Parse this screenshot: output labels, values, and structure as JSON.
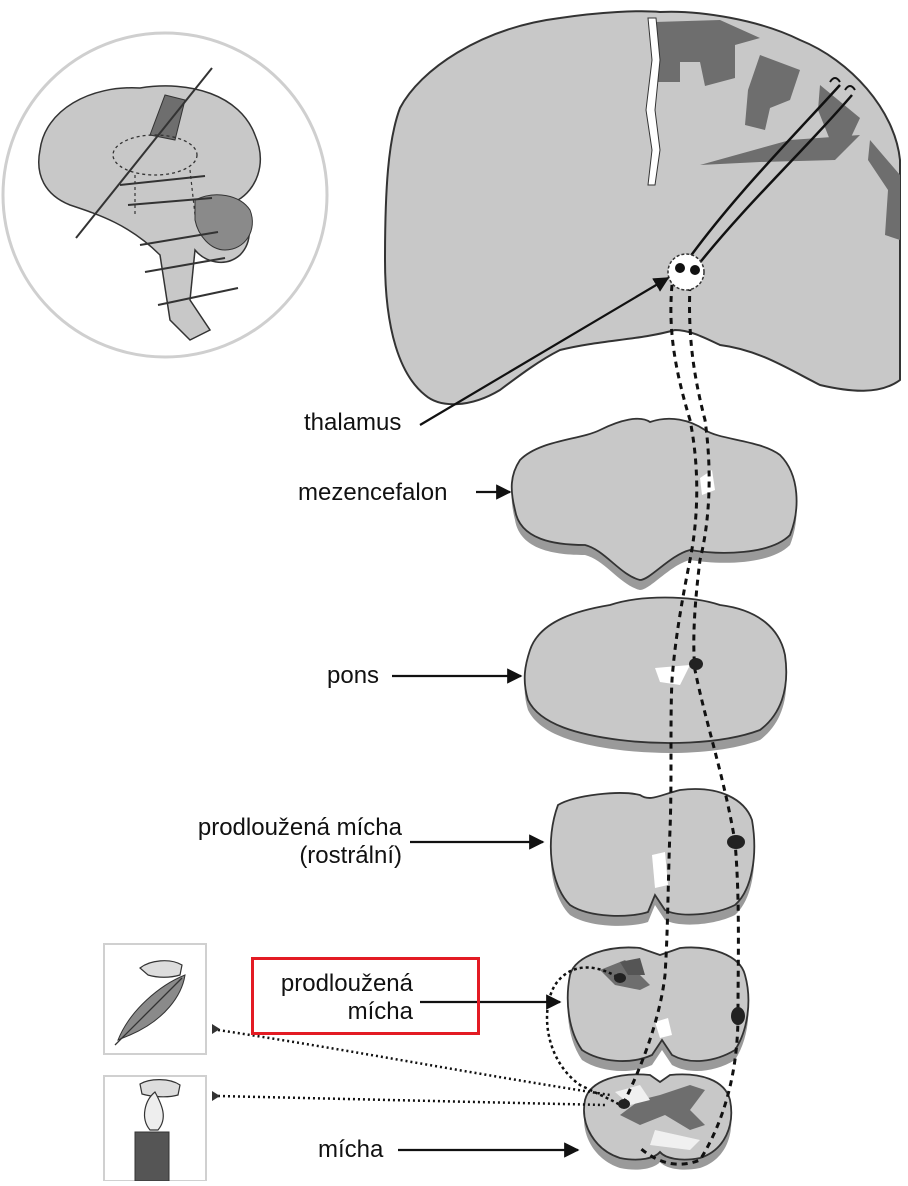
{
  "labels": {
    "thalamus": "thalamus",
    "mezencefalon": "mezencefalon",
    "pons": "pons",
    "medulla_rostral_line1": "prodloužená mícha",
    "medulla_rostral_line2": "(rostrální)",
    "medulla_line1": "prodloužená",
    "medulla_line2": "mícha",
    "spinal_cord": "mícha"
  },
  "colors": {
    "tissue": "#c8c8c8",
    "tissue_edge": "#333333",
    "cortex_dark": "#6e6e6e",
    "pathway": "#111111",
    "highlight": "#e31b23"
  },
  "icons": {
    "inset": "brain-section-planes-icon",
    "touch": "feather-touch-icon",
    "heat": "candle-flame-icon"
  }
}
